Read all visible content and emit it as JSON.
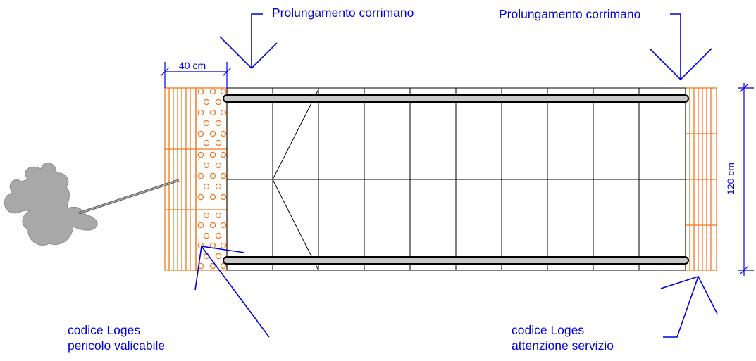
{
  "labels": {
    "handrail_extension_left": "Prolungamento corrimano",
    "handrail_extension_right": "Prolungamento corrimano",
    "loges_hazard_line1": "codice Loges",
    "loges_hazard_line2": "pericolo valicabile",
    "loges_service_line1": "codice Loges",
    "loges_service_line2": "attenzione servizio"
  },
  "dimensions": {
    "width_label": "40 cm",
    "length_label": "120 cm"
  },
  "colors": {
    "annotation": "#0000e0",
    "tactile": "#f07820",
    "structure": "#000000",
    "handrail_fill": "#c8c8c8",
    "figure_fill": "#a8a8a8"
  },
  "icons": [
    "walking-person-figure",
    "cane-icon",
    "arrow-icon"
  ]
}
